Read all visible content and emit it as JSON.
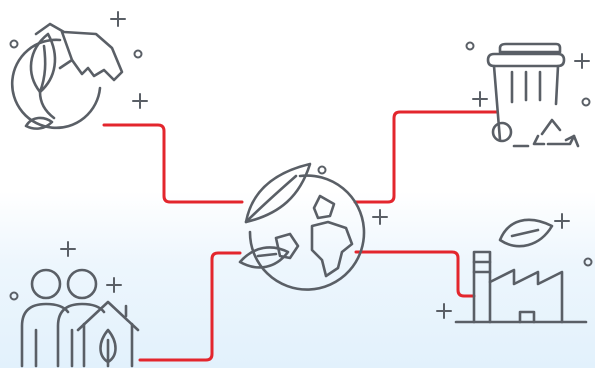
{
  "diagram": {
    "type": "eco-hub-illustration",
    "center": "globe-with-leaf",
    "nodes": [
      {
        "id": "biofuel",
        "icon": "fuel-nozzle-leaf-icon"
      },
      {
        "id": "recycling",
        "icon": "recycling-bin-icon"
      },
      {
        "id": "industry",
        "icon": "factory-leaf-icon"
      },
      {
        "id": "household",
        "icon": "family-house-icon"
      }
    ],
    "edges": [
      {
        "from": "biofuel",
        "to": "globe"
      },
      {
        "from": "globe",
        "to": "recycling"
      },
      {
        "from": "globe",
        "to": "industry"
      },
      {
        "from": "household",
        "to": "globe"
      }
    ]
  },
  "colors": {
    "line": "#5a5f66",
    "connector": "#e3262d",
    "background_bottom": "#e2f1fc"
  }
}
